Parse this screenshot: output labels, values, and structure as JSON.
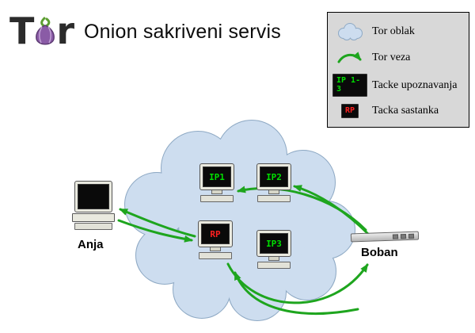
{
  "header": {
    "title": "Onion sakriveni servis",
    "logo": {
      "t": "T",
      "r": "r"
    }
  },
  "legend": {
    "items": [
      {
        "icon": "cloud-icon",
        "label": "Tor oblak"
      },
      {
        "icon": "tor-link-arrow-icon",
        "label": "Tor veza"
      },
      {
        "badge": "IP 1-3",
        "label": "Tacke upoznavanja"
      },
      {
        "badge": "RP",
        "label": "Tacka sastanka"
      }
    ]
  },
  "nodes": {
    "ip1": {
      "label": "IP1"
    },
    "ip2": {
      "label": "IP2"
    },
    "ip3": {
      "label": "IP3"
    },
    "rp": {
      "label": "RP"
    },
    "anja": {
      "label": "Anja"
    },
    "boban": {
      "label": "Boban"
    }
  },
  "colors": {
    "arrow_green": "#1ea51e",
    "cloud_fill": "#cdddef",
    "cloud_stroke": "#8ea9c4",
    "ip_text": "#00e000",
    "rp_text": "#ff2020",
    "legend_bg": "#d8d8d8",
    "screen_bg": "#0a0a0a",
    "onion_purple": "#8a5ba6",
    "leaf_green": "#5c9e31"
  }
}
